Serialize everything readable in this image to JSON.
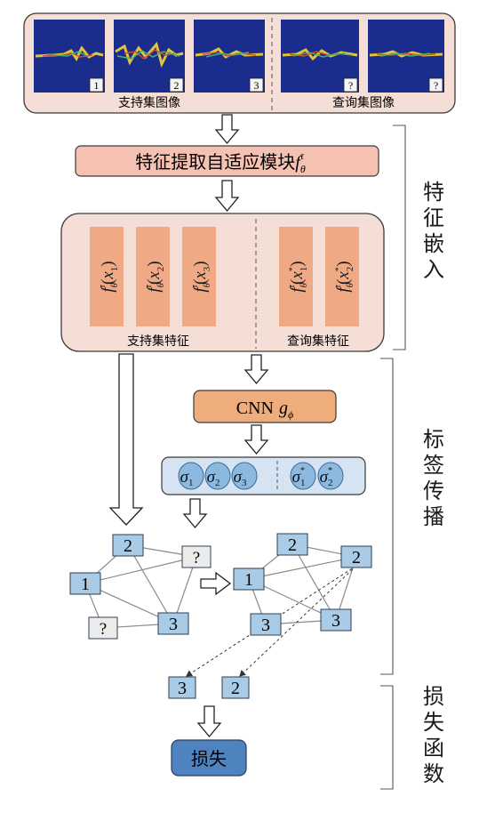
{
  "support_images": {
    "caption": "支持集图像",
    "labels": [
      "1",
      "2",
      "3"
    ]
  },
  "query_images": {
    "caption": "查询集图像",
    "labels": [
      "?",
      "?"
    ]
  },
  "feature_module": {
    "label": "特征提取自适应模块",
    "symbol": "f",
    "sub": "θ",
    "sup": "τ"
  },
  "feature_block": {
    "support_caption": "支持集特征",
    "query_caption": "查询集特征",
    "support_items": [
      {
        "arg": "x",
        "idx": "1"
      },
      {
        "arg": "x",
        "idx": "2"
      },
      {
        "arg": "x",
        "idx": "3"
      }
    ],
    "query_items": [
      {
        "arg": "x",
        "idx": "1",
        "star": "*"
      },
      {
        "arg": "x",
        "idx": "2",
        "star": "*"
      }
    ]
  },
  "cnn": {
    "label": "CNN",
    "symbol": "g",
    "sub": "ϕ"
  },
  "sigma": {
    "support": [
      "1",
      "2",
      "3"
    ],
    "query": [
      "1",
      "2"
    ],
    "symbol": "σ",
    "star": "*"
  },
  "graph_before": {
    "nodes": [
      "2",
      "?",
      "1",
      "?",
      "3"
    ]
  },
  "graph_after": {
    "nodes": [
      "2",
      "2",
      "1",
      "3",
      "3"
    ]
  },
  "predicted_labels": [
    "3",
    "2"
  ],
  "loss": {
    "label": "损失"
  },
  "section_labels": {
    "embedding": [
      "特",
      "征",
      "嵌",
      "入"
    ],
    "propagation": [
      "标",
      "签",
      "传",
      "播"
    ],
    "loss_fn": [
      "损",
      "失",
      "函",
      "数"
    ]
  },
  "colors": {
    "panel_fill": "#f5ded6",
    "module_fill": "#f4c1b3",
    "feature_bar": "#f0a985",
    "cnn_fill": "#f0ad7c",
    "node_fill": "#a9cbe5",
    "node_query": "#ececec",
    "sigma_panel": "#d6e3f2",
    "sigma_circle": "#8cb9df",
    "loss_fill": "#4f83c0"
  }
}
